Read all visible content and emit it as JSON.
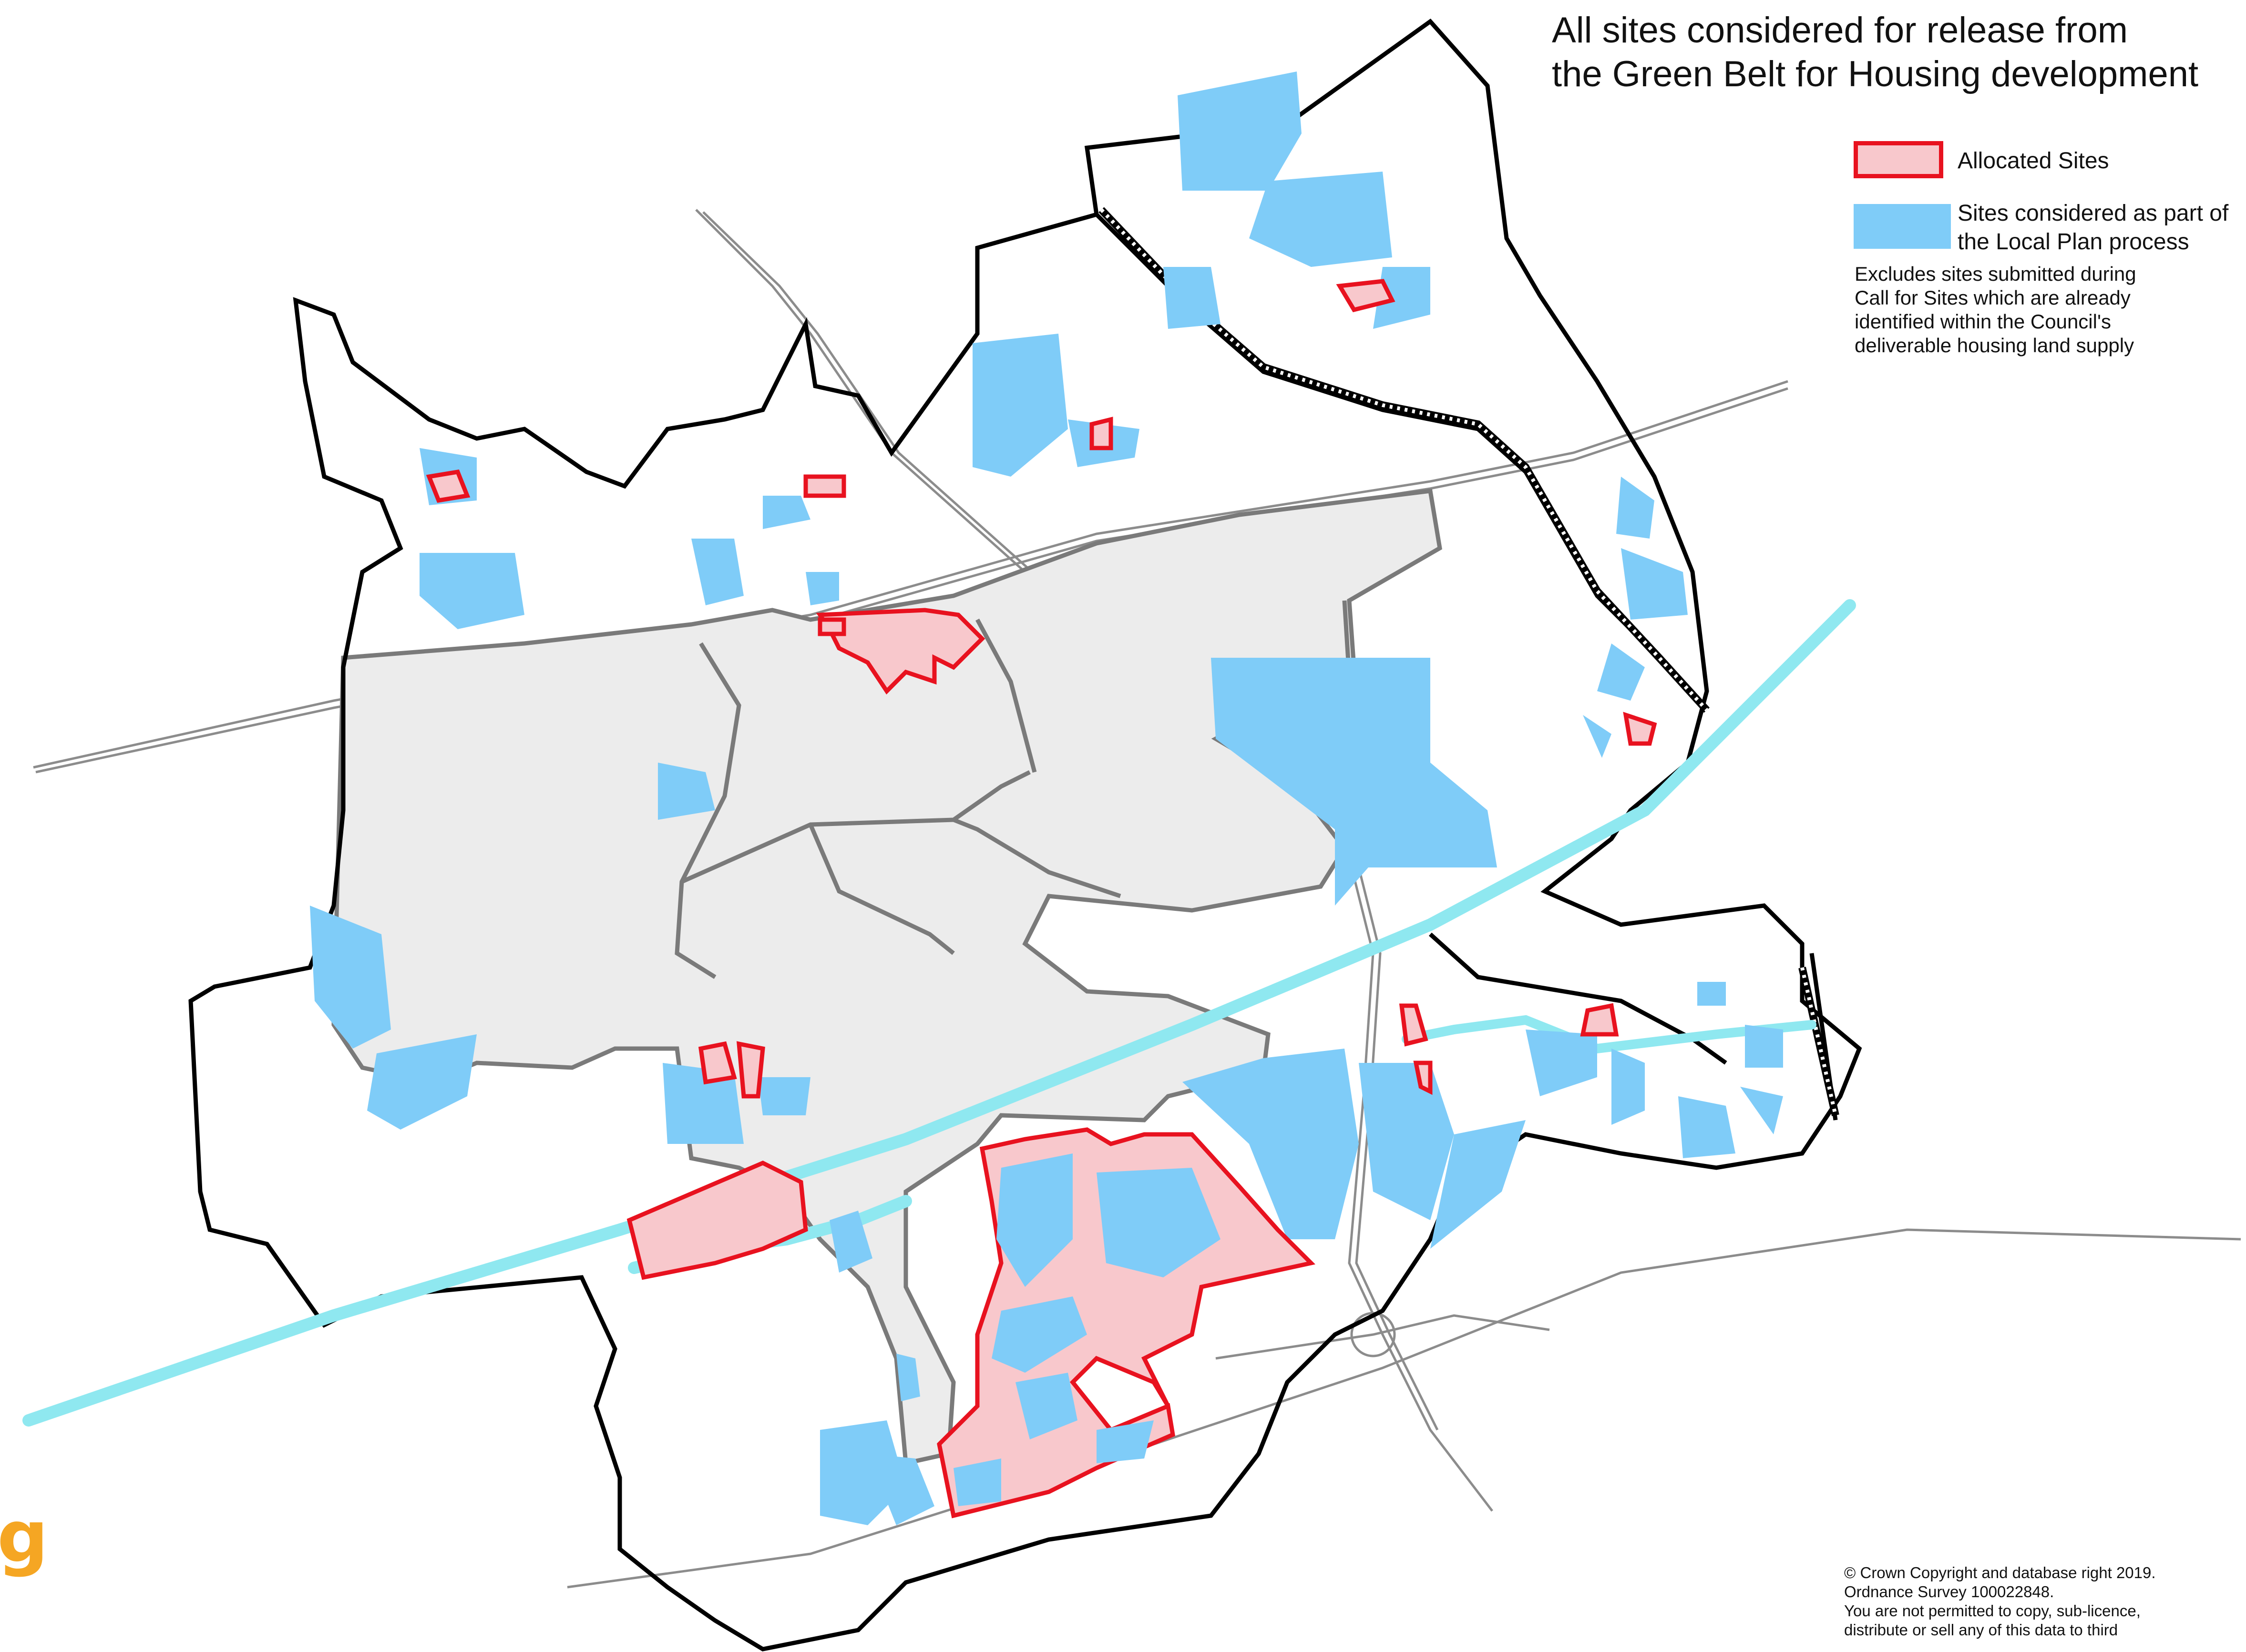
{
  "title": {
    "line1": "All sites considered for release from",
    "line2": "the Green Belt for Housing development"
  },
  "legend": {
    "allocated": {
      "label": "Allocated Sites",
      "fill": "#f8c8cc",
      "stroke": "#e8121f"
    },
    "considered": {
      "line1": "Sites considered as part of",
      "line2": "the Local Plan process",
      "fill": "#7fccf8"
    }
  },
  "note": {
    "line1": "Excludes sites submitted during",
    "line2": "Call for Sites which are already",
    "line3": "identified within the Council's",
    "line4": "deliverable housing land supply"
  },
  "copyright": {
    "line1": "© Crown Copyright and database right 2019.",
    "line2": "Ordnance Survey 100022848.",
    "line3": "You are not permitted to copy, sub-licence,",
    "line4": "distribute or sell any of this data to third"
  },
  "edge_glyph": "g",
  "colors": {
    "urban_area": "#ececec",
    "urban_outline": "#7a7a7a",
    "boundary": "#000000",
    "river": "#8fe8f0",
    "roads": "#909090"
  }
}
